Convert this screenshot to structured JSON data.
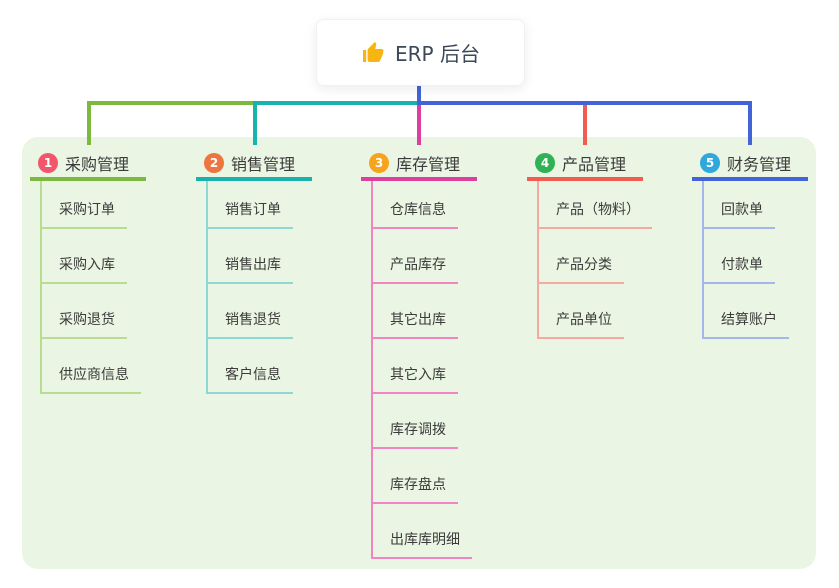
{
  "root": {
    "label": "ERP 后台",
    "icon": "thumbs-up-icon",
    "icon_color": "#f7b512"
  },
  "colors": {
    "canvas_bg": "#eaf6e3",
    "root_line": "#4364d8",
    "root_text": "#3c4858",
    "node_text": "#3b3b3b"
  },
  "branches": [
    {
      "badge": "1",
      "label": "采购管理",
      "badge_color": "#f1566b",
      "line_color": "#7cb93f",
      "sub_line_color": "#b7dc92",
      "children": [
        "采购订单",
        "采购入库",
        "采购退货",
        "供应商信息"
      ]
    },
    {
      "badge": "2",
      "label": "销售管理",
      "badge_color": "#ef7540",
      "line_color": "#17b3ac",
      "sub_line_color": "#8bd8d4",
      "children": [
        "销售订单",
        "销售出库",
        "销售退货",
        "客户信息"
      ]
    },
    {
      "badge": "3",
      "label": "库存管理",
      "badge_color": "#f6a41e",
      "line_color": "#dc3f9d",
      "sub_line_color": "#f185c4",
      "children": [
        "仓库信息",
        "产品库存",
        "其它出库",
        "其它入库",
        "库存调拨",
        "库存盘点",
        "出库库明细"
      ]
    },
    {
      "badge": "4",
      "label": "产品管理",
      "badge_color": "#2fb156",
      "line_color": "#f25b50",
      "sub_line_color": "#f8a8a1",
      "children": [
        "产品（物料）",
        "产品分类",
        "产品单位"
      ]
    },
    {
      "badge": "5",
      "label": "财务管理",
      "badge_color": "#2fa8dc",
      "line_color": "#4364d8",
      "sub_line_color": "#a4b6ea",
      "children": [
        "回款单",
        "付款单",
        "结算账户"
      ]
    }
  ]
}
